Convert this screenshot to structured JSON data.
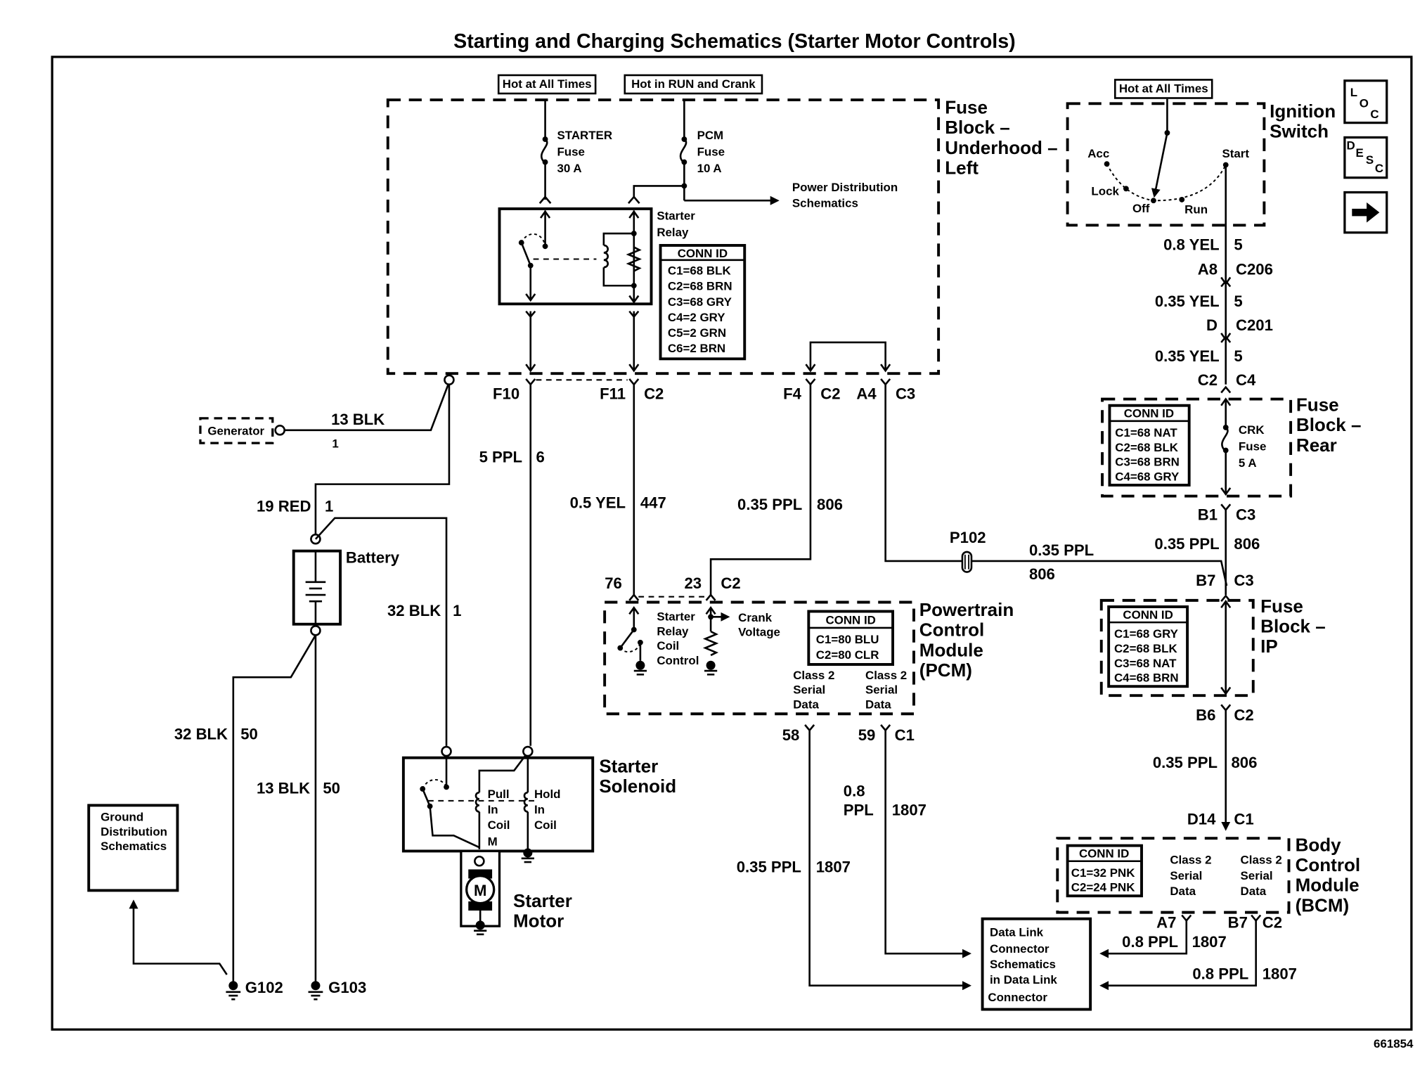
{
  "title": "Starting and Charging Schematics (Starter Motor Controls)",
  "figure_id": "661854",
  "nav_buttons": [
    {
      "id": "loc",
      "letters": [
        "L",
        "O",
        "C"
      ],
      "meaning": "Component Locator"
    },
    {
      "id": "desc",
      "letters": [
        "D",
        "E",
        "S",
        "C"
      ],
      "meaning": "Description"
    },
    {
      "id": "next",
      "icon": "right-arrow-icon"
    }
  ],
  "power_labels": {
    "hot_all_times_1": "Hot at All Times",
    "hot_run_crank": "Hot in RUN and Crank",
    "hot_all_times_2": "Hot at All Times"
  },
  "fuse_block_underhood": {
    "name_lines": [
      "Fuse",
      "Block –",
      "Underhood –",
      "Left"
    ],
    "starter_fuse": [
      "STARTER",
      "Fuse",
      "30 A"
    ],
    "pcm_fuse": [
      "PCM",
      "Fuse",
      "10 A"
    ],
    "power_dist": [
      "Power Distribution",
      "Schematics"
    ],
    "relay_label": [
      "Starter",
      "Relay"
    ],
    "conn_id": {
      "header": "CONN ID",
      "rows": [
        "C1=68 BLK",
        "C2=68 BRN",
        "C3=68 GRY",
        "C4=2 GRY",
        "C5=2 GRN",
        "C6=2 BRN"
      ]
    },
    "terminals": {
      "f10": "F10",
      "f11": "F11",
      "c2a": "C2",
      "f4": "F4",
      "c2b": "C2",
      "a4": "A4",
      "c3": "C3"
    }
  },
  "ignition_switch": {
    "name_lines": [
      "Ignition",
      "Switch"
    ],
    "positions": {
      "acc": "Acc",
      "lock": "Lock",
      "off": "Off",
      "run": "Run",
      "start": "Start"
    }
  },
  "wires": {
    "w_08yel": {
      "gauge": "0.8 YEL",
      "circuit": "5"
    },
    "a8_c206": {
      "pin": "A8",
      "conn": "C206"
    },
    "w_035yel_1": {
      "gauge": "0.35 YEL",
      "circuit": "5"
    },
    "d_c201": {
      "pin": "D",
      "conn": "C201"
    },
    "w_035yel_2": {
      "gauge": "0.35 YEL",
      "circuit": "5"
    },
    "c2_c4": {
      "pin": "C2",
      "conn": "C4"
    },
    "b1_c3": {
      "pin": "B1",
      "conn": "C3"
    },
    "w_035ppl_r": {
      "gauge": "0.35 PPL",
      "circuit": "806"
    },
    "b7_c3": {
      "pin": "B7",
      "conn": "C3"
    },
    "b6_c2": {
      "pin": "B6",
      "conn": "C2"
    },
    "w_035ppl_r2": {
      "gauge": "0.35 PPL",
      "circuit": "806"
    },
    "d14_c1": {
      "pin": "D14",
      "conn": "C1"
    },
    "gen": {
      "gauge": "13 BLK",
      "circuit": "1"
    },
    "w_5ppl": {
      "gauge": "5 PPL",
      "circuit": "6"
    },
    "w_05yel": {
      "gauge": "0.5 YEL",
      "circuit": "447"
    },
    "w_035ppl_m": {
      "gauge": "0.35 PPL",
      "circuit": "806"
    },
    "p102": {
      "label": "P102",
      "gauge": "0.35 PPL",
      "circuit": "806"
    },
    "w_19red": {
      "gauge": "19 RED",
      "circuit": "1"
    },
    "w_32blk_1": {
      "gauge": "32 BLK",
      "circuit": "1"
    },
    "w_32blk_50": {
      "gauge": "32 BLK",
      "circuit": "50"
    },
    "w_13blk_50": {
      "gauge": "13 BLK",
      "circuit": "50"
    },
    "pcm_pins": {
      "p76": "76",
      "p23": "23",
      "c2": "C2",
      "p58": "58",
      "p59": "59",
      "c1": "C1"
    },
    "w_08ppl_pcm": {
      "gauge_1": "0.8",
      "gauge_2": "PPL",
      "circuit": "1807"
    },
    "w_035ppl_pcm": {
      "gauge": "0.35 PPL",
      "circuit": "1807"
    },
    "bcm_pins": {
      "a7": "A7",
      "b7": "B7",
      "c2": "C2"
    },
    "w_08ppl_a": {
      "gauge": "0.8 PPL",
      "circuit": "1807"
    },
    "w_08ppl_b": {
      "gauge": "0.8 PPL",
      "circuit": "1807"
    }
  },
  "fuse_block_rear": {
    "name_lines": [
      "Fuse",
      "Block –",
      "Rear"
    ],
    "fuse": [
      "CRK",
      "Fuse",
      "5 A"
    ],
    "conn_id": {
      "header": "CONN ID",
      "rows": [
        "C1=68 NAT",
        "C2=68 BLK",
        "C3=68 BRN",
        "C4=68 GRY"
      ]
    }
  },
  "fuse_block_ip": {
    "name_lines": [
      "Fuse",
      "Block –",
      "IP"
    ],
    "conn_id": {
      "header": "CONN ID",
      "rows": [
        "C1=68 GRY",
        "C2=68 BLK",
        "C3=68 NAT",
        "C4=68 BRN"
      ]
    }
  },
  "bcm": {
    "name_lines": [
      "Body",
      "Control",
      "Module",
      "(BCM)"
    ],
    "conn_id": {
      "header": "CONN ID",
      "rows": [
        "C1=32 PNK",
        "C2=24 PNK"
      ]
    },
    "serial_1": [
      "Class 2",
      "Serial",
      "Data"
    ],
    "serial_2": [
      "Class 2",
      "Serial",
      "Data"
    ]
  },
  "pcm": {
    "name_lines": [
      "Powertrain",
      "Control",
      "Module",
      "(PCM)"
    ],
    "relay_ctrl": [
      "Starter",
      "Relay",
      "Coil",
      "Control"
    ],
    "crank": [
      "Crank",
      "Voltage"
    ],
    "conn_id": {
      "header": "CONN ID",
      "rows": [
        "C1=80 BLU",
        "C2=80 CLR"
      ]
    },
    "serial_1": [
      "Class 2",
      "Serial",
      "Data"
    ],
    "serial_2": [
      "Class 2",
      "Serial",
      "Data"
    ]
  },
  "dlc": {
    "lines": [
      "Data Link",
      "Connector",
      "Schematics",
      "in Data Link",
      "Connector"
    ]
  },
  "generator": {
    "label": "Generator"
  },
  "battery": {
    "label": "Battery"
  },
  "solenoid": {
    "name_lines": [
      "Starter",
      "Solenoid"
    ],
    "pull": [
      "Pull",
      "In",
      "Coil"
    ],
    "hold": [
      "Hold",
      "In",
      "Coil"
    ],
    "m": "M"
  },
  "motor": {
    "name_lines": [
      "Starter",
      "Motor"
    ],
    "symbol": "M"
  },
  "ground_dist": {
    "lines": [
      "Ground",
      "Distribution",
      "Schematics"
    ]
  },
  "grounds": {
    "g102": "G102",
    "g103": "G103"
  }
}
